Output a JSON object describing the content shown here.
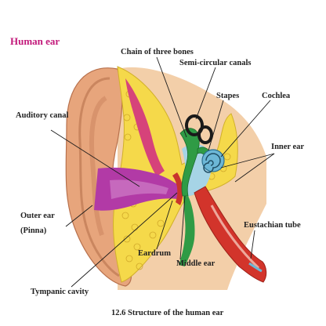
{
  "title": "Human ear",
  "caption": "12.6 Structure of the human ear",
  "colors": {
    "title": "#c2187a",
    "skin": "#e7a57c",
    "skin_shadow": "#b8714d",
    "bone_yellow": "#f5d94a",
    "canal_purple": "#b23aa6",
    "eardrum_red": "#c8342c",
    "ossicle_green": "#2f9b45",
    "cochlea_blue": "#6cb7d6",
    "tube_red": "#d2342b"
  },
  "labels": {
    "chain_of_three_bones": "Chain of three bones",
    "semi_circular_canals": "Semi-circular canals",
    "stapes": "Stapes",
    "cochlea": "Cochlea",
    "auditory_canal": "Auditory canal",
    "inner_ear": "Inner ear",
    "outer_ear": "Outer ear",
    "pinna": "(Pinna)",
    "eustachian_tube": "Eustachian tube",
    "eardrum": "Eardrum",
    "middle_ear": "Middle ear",
    "tympanic_cavity": "Tympanic cavity"
  }
}
